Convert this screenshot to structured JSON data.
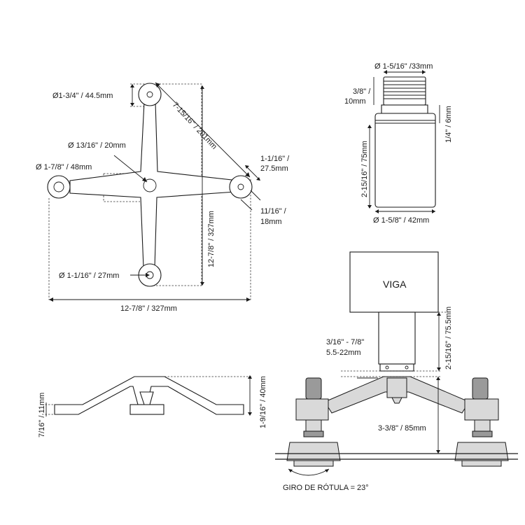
{
  "top_view": {
    "label_arm_hole": "Ø1-3/4\" / 44.5mm",
    "label_diagonal": "7-15/16\" / 201mm",
    "label_center_hole": "Ø 13/16\" / 20mm",
    "label_left_hole": "Ø 1-7/8\" / 48mm",
    "label_right_width_1": "1-1/16\" /",
    "label_right_width_2": "27.5mm",
    "label_right_thick_1": "11/16\" /",
    "label_right_thick_2": "18mm",
    "label_height": "12-7/8\" / 327mm",
    "label_bottom_hole": "Ø 1-1/16\" / 27mm",
    "label_width": "12-7/8\" / 327mm"
  },
  "hub_view": {
    "label_top_diameter": "Ø 1-5/16\" /33mm",
    "label_top_height_1": "3/8\" /",
    "label_top_height_2": "10mm",
    "label_neck": "1/4\" / 6mm",
    "label_body_height": "2-15/16\" / 75mm",
    "label_bottom_diameter": "Ø 1-5/8\" / 42mm"
  },
  "side_view": {
    "label_left_height": "7/16\" / 11mm",
    "label_right_height": "1-9/16\" / 40mm"
  },
  "assembly_view": {
    "beam_label": "VIGA",
    "label_beam_height": "2-15/16\" / 75.5mm",
    "label_gap_1": "3/16\" - 7/8\"",
    "label_gap_2": "5.5-22mm",
    "label_total_height": "3-3/8\" / 85mm",
    "label_rotation": "GIRO DE RÓTULA = 23°"
  }
}
